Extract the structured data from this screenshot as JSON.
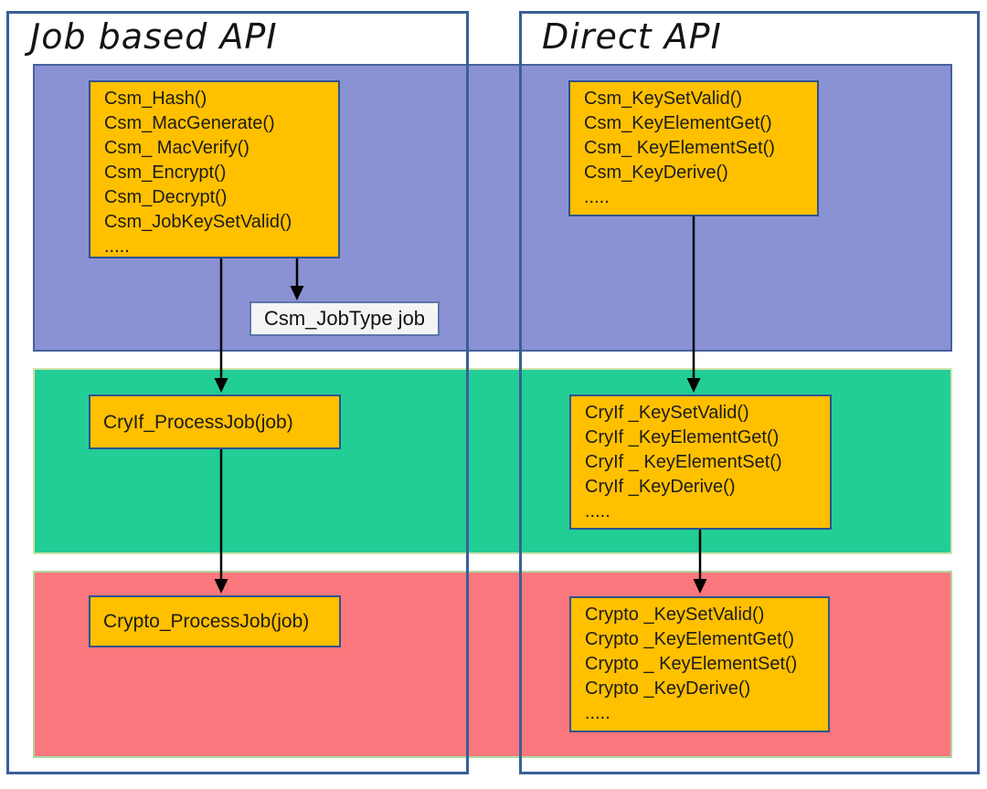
{
  "diagram": {
    "left_group": {
      "title": "Job based API",
      "csm_box_lines": [
        "Csm_Hash()",
        "Csm_MacGenerate()",
        "Csm_ MacVerify()",
        "Csm_Encrypt()",
        "Csm_Decrypt()",
        "Csm_JobKeySetValid()",
        "....."
      ],
      "jobtype_label": "Csm_JobType job",
      "cryif_label": "CryIf_ProcessJob(job)",
      "crypto_label": "Crypto_ProcessJob(job)"
    },
    "right_group": {
      "title": "Direct API",
      "csm_box_lines": [
        "Csm_KeySetValid()",
        "Csm_KeyElementGet()",
        "Csm_ KeyElementSet()",
        "Csm_KeyDerive()",
        "....."
      ],
      "cryif_box_lines": [
        "CryIf _KeySetValid()",
        "CryIf _KeyElementGet()",
        "CryIf _ KeyElementSet()",
        "CryIf _KeyDerive()",
        "....."
      ],
      "crypto_box_lines": [
        "Crypto _KeySetValid()",
        "Crypto _KeyElementGet()",
        "Crypto _ KeyElementSet()",
        "Crypto _KeyDerive()",
        "....."
      ]
    },
    "colors": {
      "csm_band": "#8A92D4",
      "csm_band_border": "#44619E",
      "cryif_band": "#23CD96",
      "cryif_band_border": "#D2E3AC",
      "crypto_band": "#FA777D",
      "crypto_band_border": "#AFD79F",
      "function_box": "#FFC000",
      "function_box_border": "#2F528F",
      "group_border": "#3B5E97",
      "jobtype_fill": "#F4F4F4",
      "jobtype_border": "#5B76A8",
      "arrow": "#000000"
    }
  }
}
